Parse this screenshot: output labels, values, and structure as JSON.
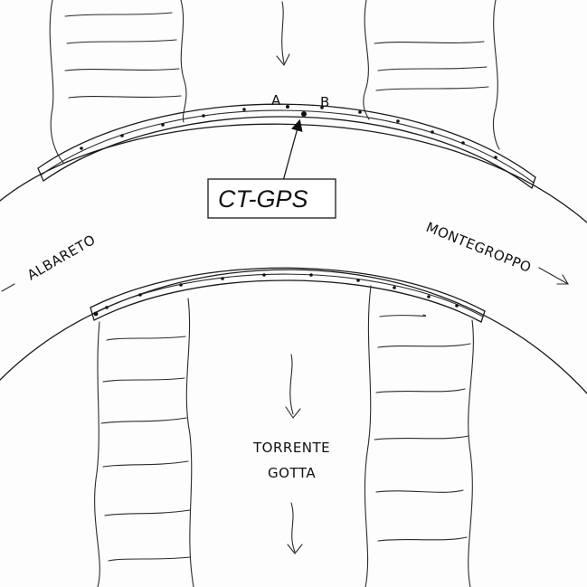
{
  "labels": {
    "marker_a": "A",
    "marker_b": "B",
    "sensor": "CT-GPS",
    "left_place": "ALBARETO",
    "right_place": "MONTEGROPPO",
    "river_line1": "TORRENTE",
    "river_line2": "GOTTA"
  },
  "colors": {
    "ink": "#1a1a1a",
    "paper": "#fdfdfd"
  },
  "icons": {
    "flow_arrow": "down-arrow-icon",
    "road_arrow": "right-arrow-icon",
    "pointer": "up-arrow-icon"
  }
}
